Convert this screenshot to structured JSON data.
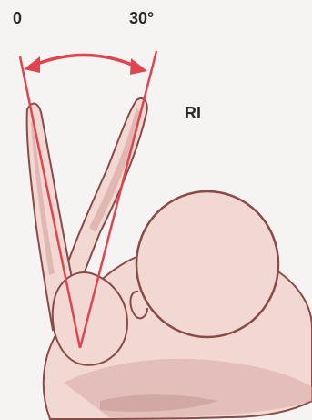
{
  "diagram": {
    "angle_start_label": "0",
    "angle_end_label": "30°",
    "rotation_label": "RI",
    "range_degrees": [
      0,
      30
    ]
  },
  "colors": {
    "background": "#f6f4f2",
    "skin": "#f2d8d2",
    "skin_shadow": "#c79a96",
    "outline": "#8a4a48",
    "indicator_lines": "#e0454f",
    "label_text": "#2a2a2a"
  }
}
